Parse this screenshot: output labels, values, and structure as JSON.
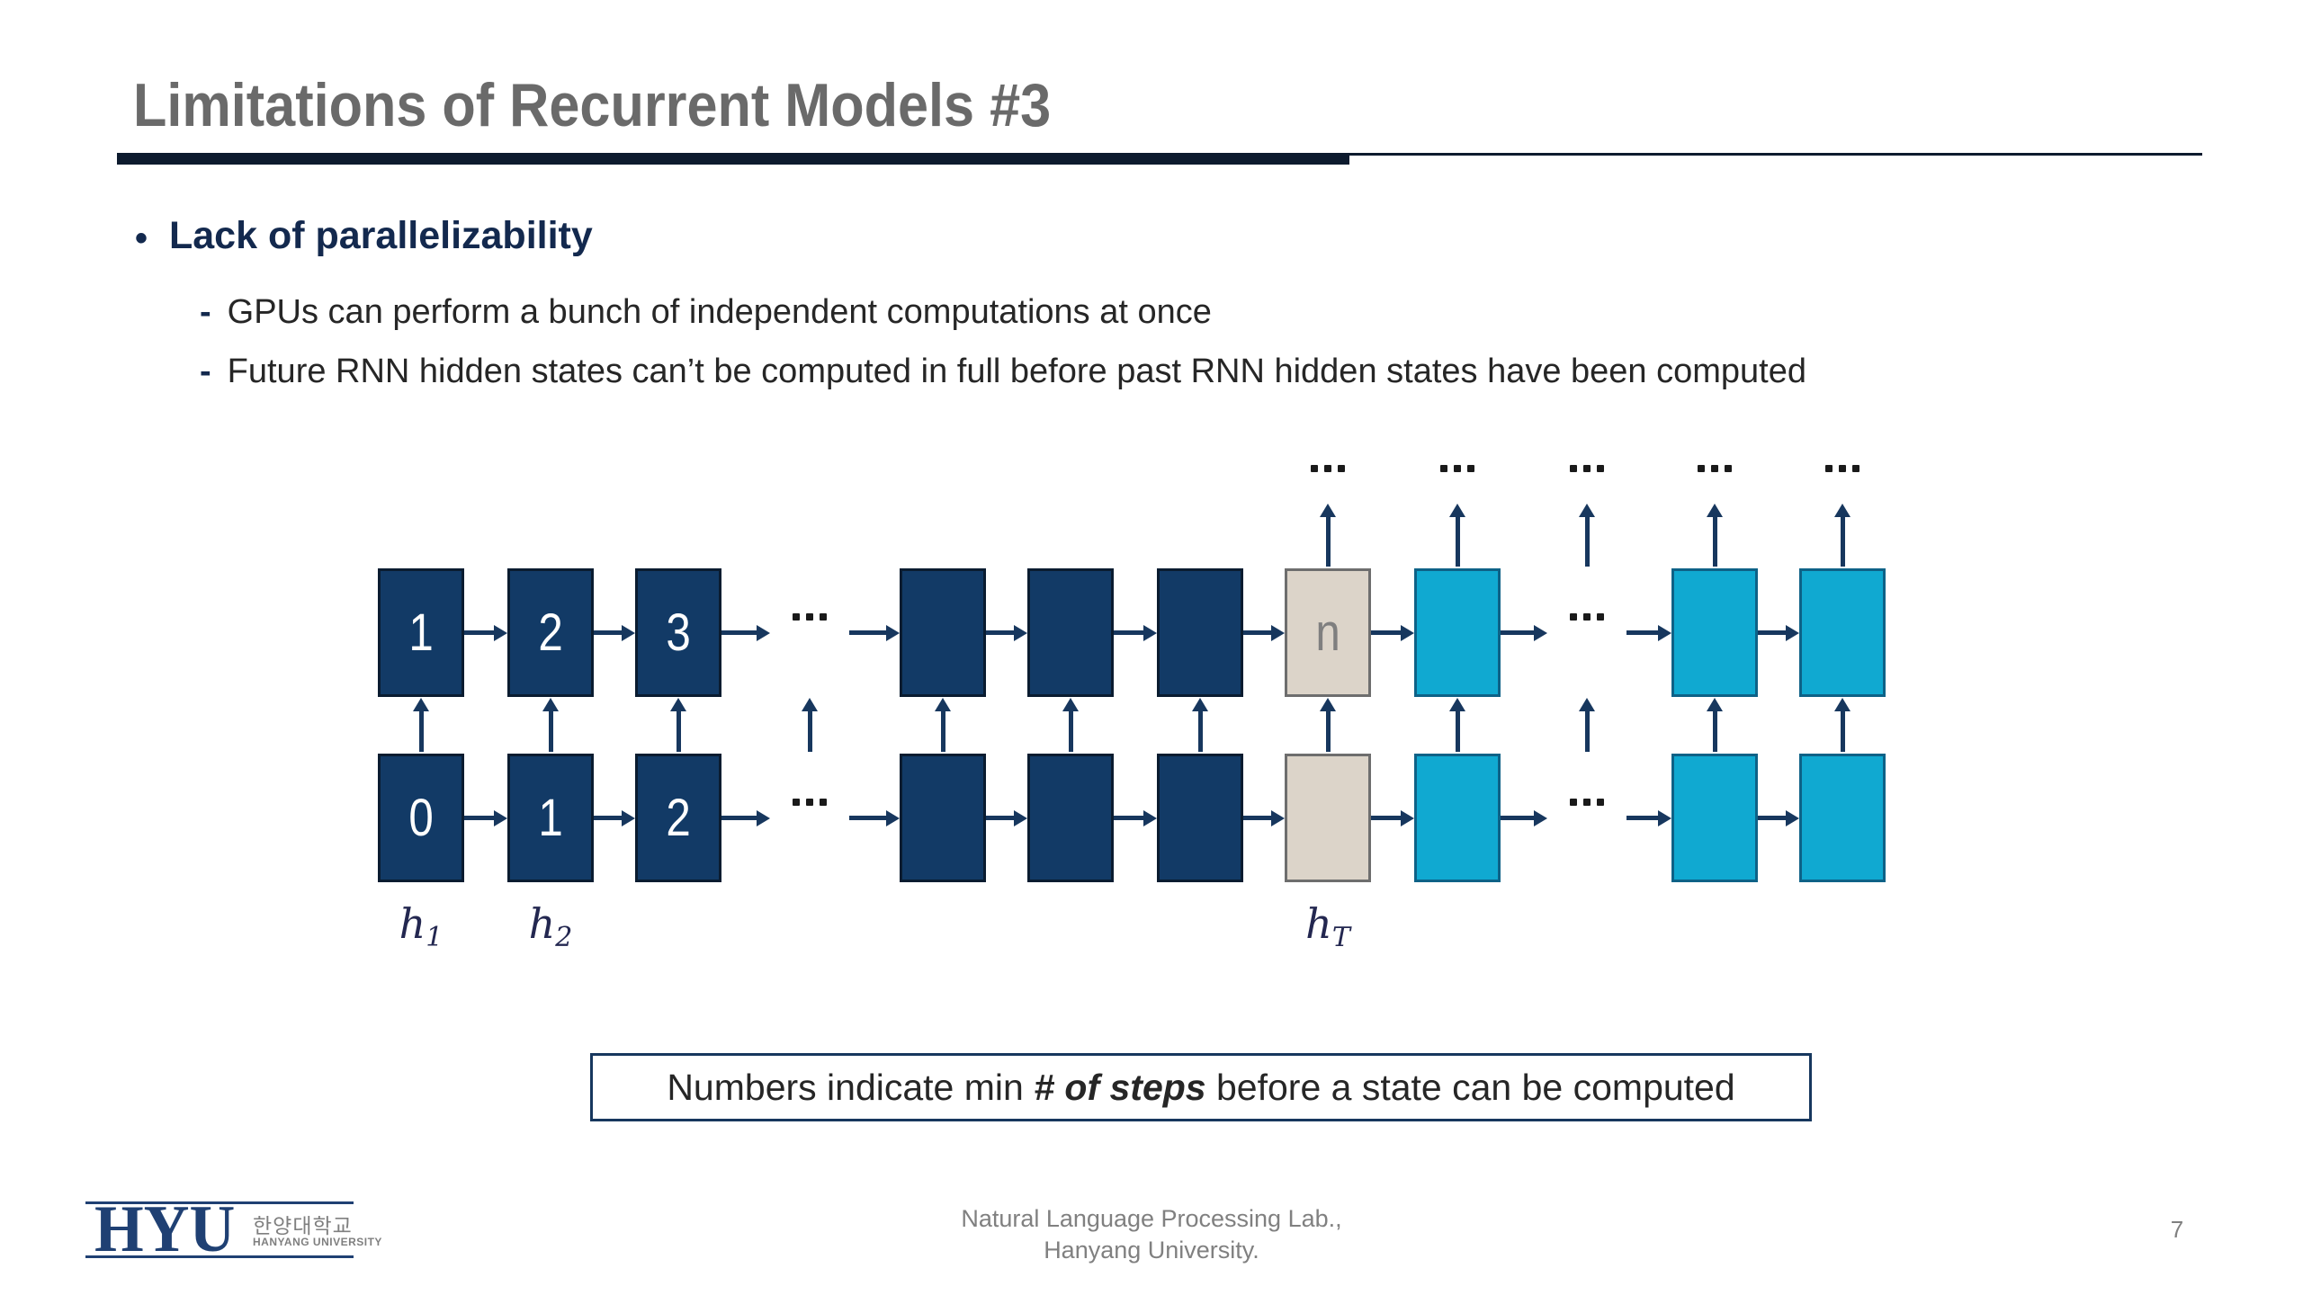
{
  "title": "Limitations of Recurrent Models #3",
  "bullets": {
    "marker": "•",
    "main": "Lack of parallelizability",
    "dash": "-",
    "sub": [
      "GPUs can perform a bunch of independent computations at once",
      "Future RNN hidden states can’t be computed in full before past RNN hidden states have been computed"
    ]
  },
  "diagram": {
    "ellipsis": "…",
    "columns": [
      {
        "kind": "box",
        "type": "dark",
        "top_text": "1",
        "bottom_text": "0",
        "state_label": {
          "base": "h",
          "sub": "1"
        }
      },
      {
        "kind": "box",
        "type": "dark",
        "top_text": "2",
        "bottom_text": "1",
        "state_label": {
          "base": "h",
          "sub": "2"
        }
      },
      {
        "kind": "box",
        "type": "dark",
        "top_text": "3",
        "bottom_text": "2"
      },
      {
        "kind": "gap"
      },
      {
        "kind": "box",
        "type": "dark"
      },
      {
        "kind": "box",
        "type": "dark"
      },
      {
        "kind": "box",
        "type": "dark"
      },
      {
        "kind": "box",
        "type": "tan",
        "top_text": "n",
        "state_label": {
          "base": "h",
          "sub": "T"
        },
        "has_output": true
      },
      {
        "kind": "box",
        "type": "cyan",
        "has_output": true
      },
      {
        "kind": "gap",
        "has_output": true
      },
      {
        "kind": "box",
        "type": "cyan",
        "has_output": true
      },
      {
        "kind": "box",
        "type": "cyan",
        "has_output": true
      }
    ],
    "colors": {
      "dark_fill": "#123A66",
      "dark_border": "#0A1C30",
      "cyan_fill": "#10A9D1",
      "cyan_border": "#0E6287",
      "tan_fill": "#DCD4C9",
      "tan_border": "#6E6E6E",
      "tan_text": "#7F7F7F",
      "box_digit": "#FFFFFF",
      "arrow": "#17375E",
      "dots": "#1A1A1A",
      "state_label": "#232750"
    }
  },
  "caption": {
    "prefix": "Numbers indicate min ",
    "emphasis": "# of steps",
    "suffix": " before a state can be computed"
  },
  "footer": {
    "logo": {
      "acronym": "HYU",
      "korean": "한양대학교",
      "english": "HANYANG UNIVERSITY"
    },
    "lab_line1": "Natural Language Processing Lab.,",
    "lab_line2": "Hanyang University.",
    "page_number": "7"
  },
  "theme": {
    "title_color": "#6A6A6A",
    "accent_navy": "#13294E",
    "bar_color": "#0D1B2E",
    "body_text": "#262626",
    "footer_text": "#808080",
    "logo_navy": "#1F4073"
  }
}
